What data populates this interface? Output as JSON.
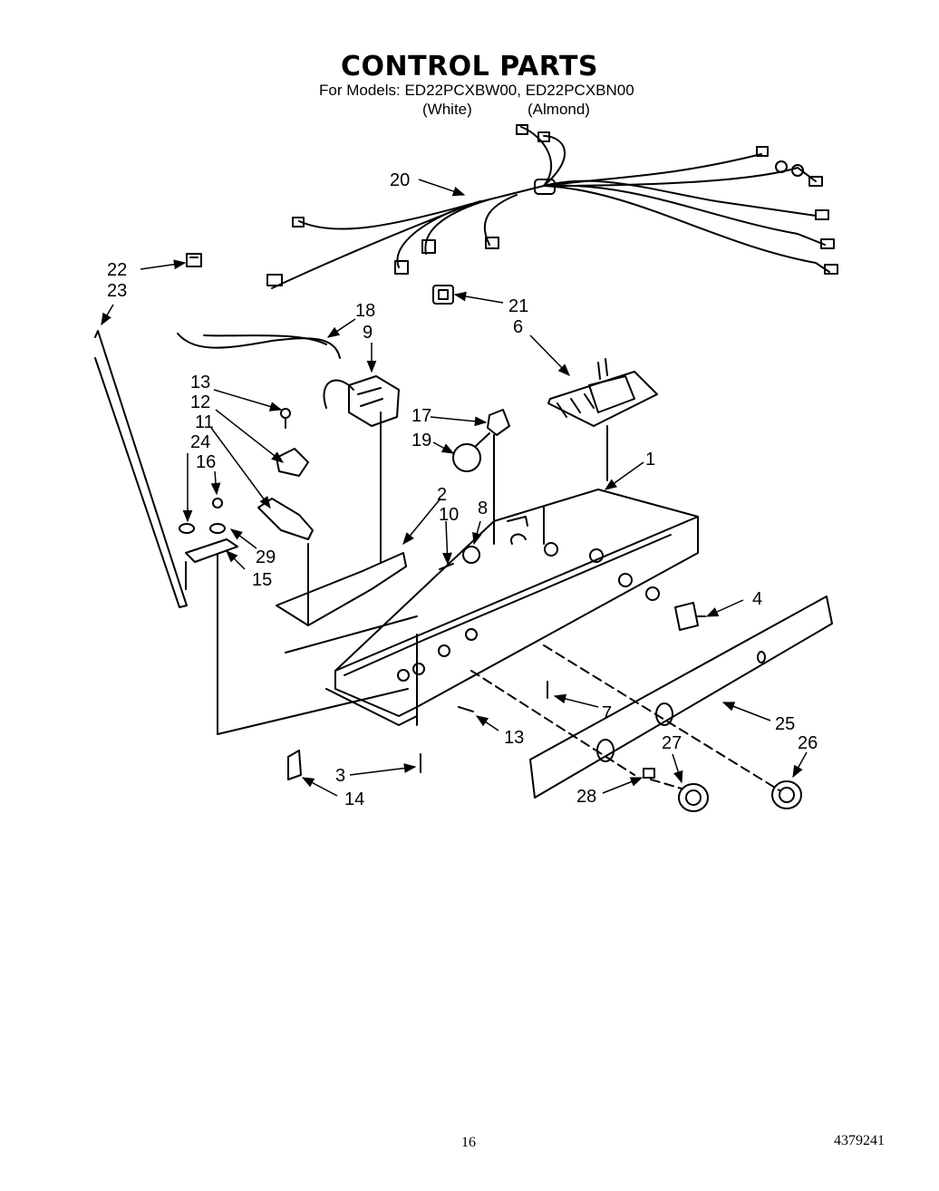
{
  "header": {
    "title": "CONTROL PARTS",
    "models_line": "For Models: ED22PCXBW00, ED22PCXBN00",
    "variant_white": "(White)",
    "variant_almond": "(Almond)"
  },
  "footer": {
    "page_number": "16",
    "document_number": "4379241"
  },
  "callouts": {
    "c1": "1",
    "c2": "2",
    "c3": "3",
    "c4": "4",
    "c6": "6",
    "c7": "7",
    "c8": "8",
    "c9": "9",
    "c10": "10",
    "c11": "11",
    "c12": "12",
    "c13a": "13",
    "c13b": "13",
    "c14": "14",
    "c15": "15",
    "c16": "16",
    "c17": "17",
    "c18": "18",
    "c19": "19",
    "c20": "20",
    "c21": "21",
    "c22": "22",
    "c23": "23",
    "c24": "24",
    "c25": "25",
    "c26": "26",
    "c27": "27",
    "c28": "28",
    "c29": "29"
  }
}
